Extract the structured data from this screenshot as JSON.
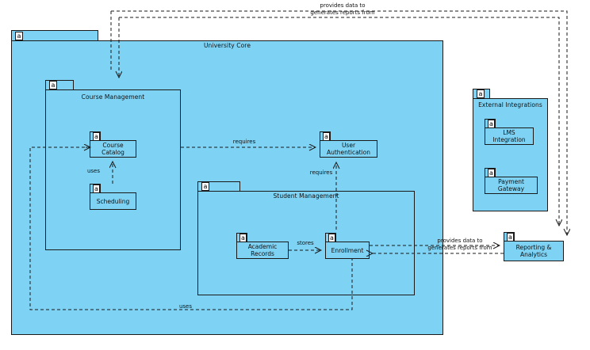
{
  "diagram": {
    "type": "uml-package-component-diagram",
    "background": "#ffffff",
    "fill_color": "#7ED3F5",
    "stroke_color": "#1a1a1a",
    "badge_glyph": "a"
  },
  "packages": {
    "university_core": {
      "title": "University Core",
      "badge": "a"
    },
    "course_management": {
      "title": "Course Management",
      "badge": "a"
    },
    "student_management": {
      "title": "Student Management",
      "badge": "a"
    },
    "external_integrations": {
      "title": "External Integrations",
      "badge": "a"
    }
  },
  "components": {
    "course_catalog": {
      "label": "Course Catalog",
      "badge": "a"
    },
    "scheduling": {
      "label": "Scheduling",
      "badge": "a"
    },
    "user_authentication": {
      "label": "User Authentication",
      "badge": "a"
    },
    "academic_records": {
      "label": "Academic Records",
      "badge": "a"
    },
    "enrollment": {
      "label": "Enrollment",
      "badge": "a"
    },
    "lms_integration": {
      "label": "LMS Integration",
      "badge": "a"
    },
    "payment_gateway": {
      "label": "Payment Gateway",
      "badge": "a"
    },
    "reporting_analytics": {
      "label": "Reporting &\nAnalytics",
      "badge": "a"
    }
  },
  "edge_labels": {
    "top_provides": "provides data to",
    "top_generates": "generates reports from",
    "requires_catalog_auth": "requires",
    "requires_enrollment_auth": "requires",
    "uses_scheduling_catalog": "uses",
    "stores_records_enrollment": "stores",
    "mid_provides": "provides data to",
    "mid_generates": "generates reports from",
    "uses_bottom": "uses"
  }
}
